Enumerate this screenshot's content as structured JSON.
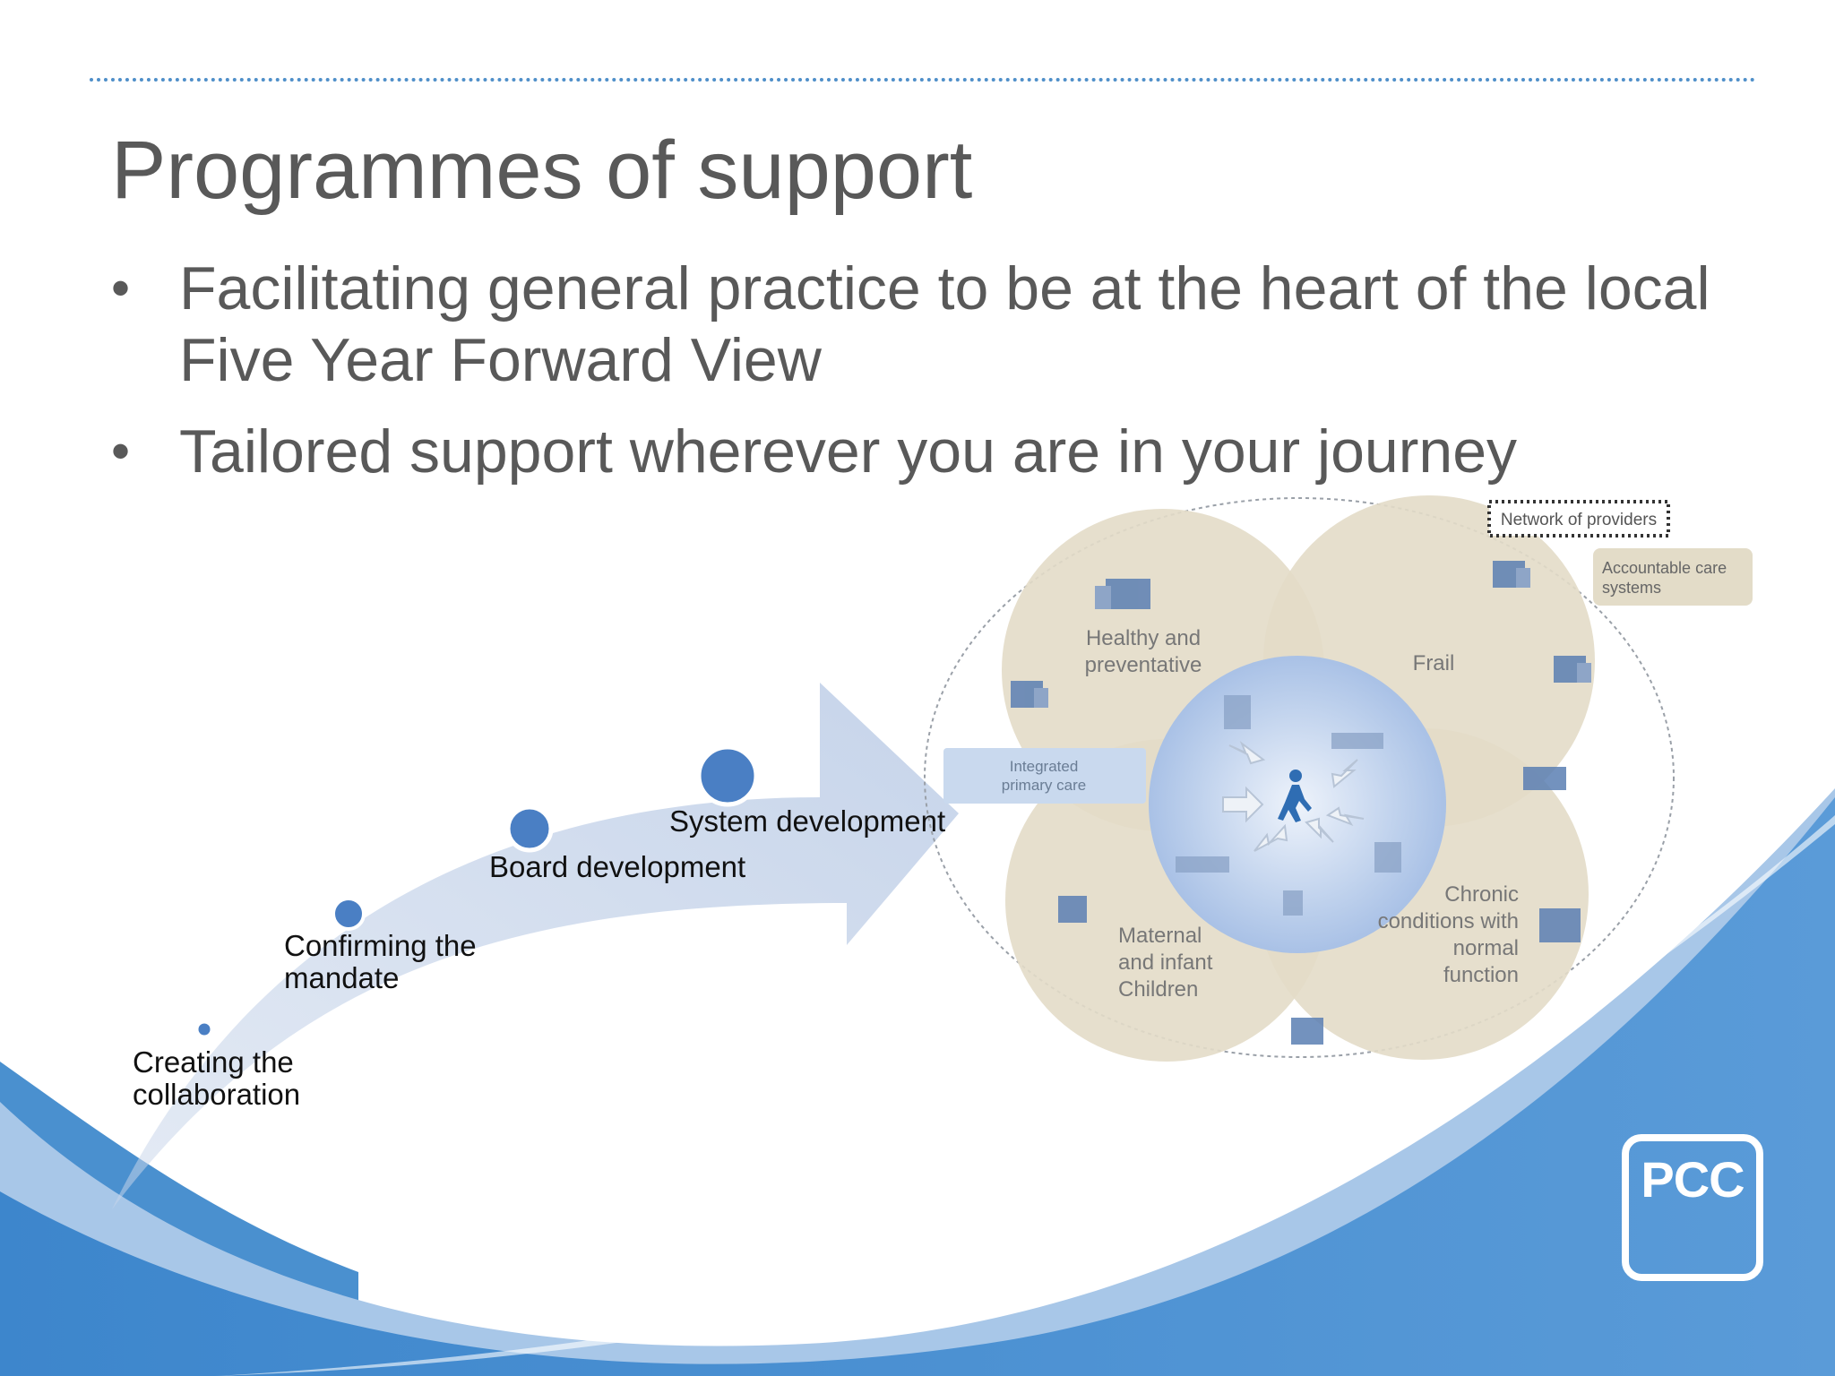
{
  "slide": {
    "title": "Programmes of support",
    "bullets": [
      "Facilitating general practice to be at the heart of the local Five Year Forward View",
      "Tailored support wherever you are in your journey"
    ]
  },
  "journey": {
    "stages": [
      "Creating the\ncollaboration",
      "Confirming the\nmandate",
      "Board development",
      "System development"
    ]
  },
  "diagram": {
    "network_label": "Network of providers",
    "accountable_label": "Accountable care\nsystems",
    "integrated_label": "Integrated\nprimary care",
    "segments": [
      "Healthy and\npreventative",
      "Frail",
      "Maternal\nand infant\nChildren",
      "Chronic\nconditions with\nnormal\nfunction"
    ]
  },
  "logo": {
    "text": "PCC"
  },
  "colors": {
    "accent_blue": "#4f8fc9",
    "wave_dark": "#4a90cf",
    "wave_light": "#9dbfe5",
    "petal": "#e3dcc8",
    "dot_blue": "#4a7fc4",
    "text_grey": "#595959"
  }
}
